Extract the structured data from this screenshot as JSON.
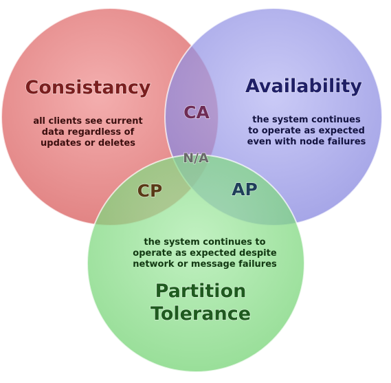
{
  "sets": {
    "consistency": {
      "title": "Consistancy",
      "lines": [
        "all clients see current",
        "data regardless of",
        "updates or deletes"
      ],
      "fill": "#e37f7f",
      "title_color": "#7a1f1f",
      "text_color": "#3b0f0f"
    },
    "availability": {
      "title": "Availability",
      "lines": [
        "the system continues",
        "to operate as expected",
        "even with node failures"
      ],
      "fill": "#8f8fe6",
      "title_color": "#1f1f66",
      "text_color": "#131340"
    },
    "partition": {
      "title_lines": [
        "Partition",
        "Tolerance"
      ],
      "lines": [
        "the system continues to",
        "operate as expected despite",
        "network or message failures"
      ],
      "fill": "#86dd86",
      "title_color": "#1f5a1f",
      "text_color": "#123812"
    }
  },
  "overlaps": {
    "ca": "CA",
    "cp": "CP",
    "ap": "AP",
    "center": "N/A"
  },
  "overlap_colors": {
    "ca": "#6e2c55",
    "cp": "#5a3a16",
    "ap": "#1f3f5a",
    "center": "#6a6a6a"
  }
}
